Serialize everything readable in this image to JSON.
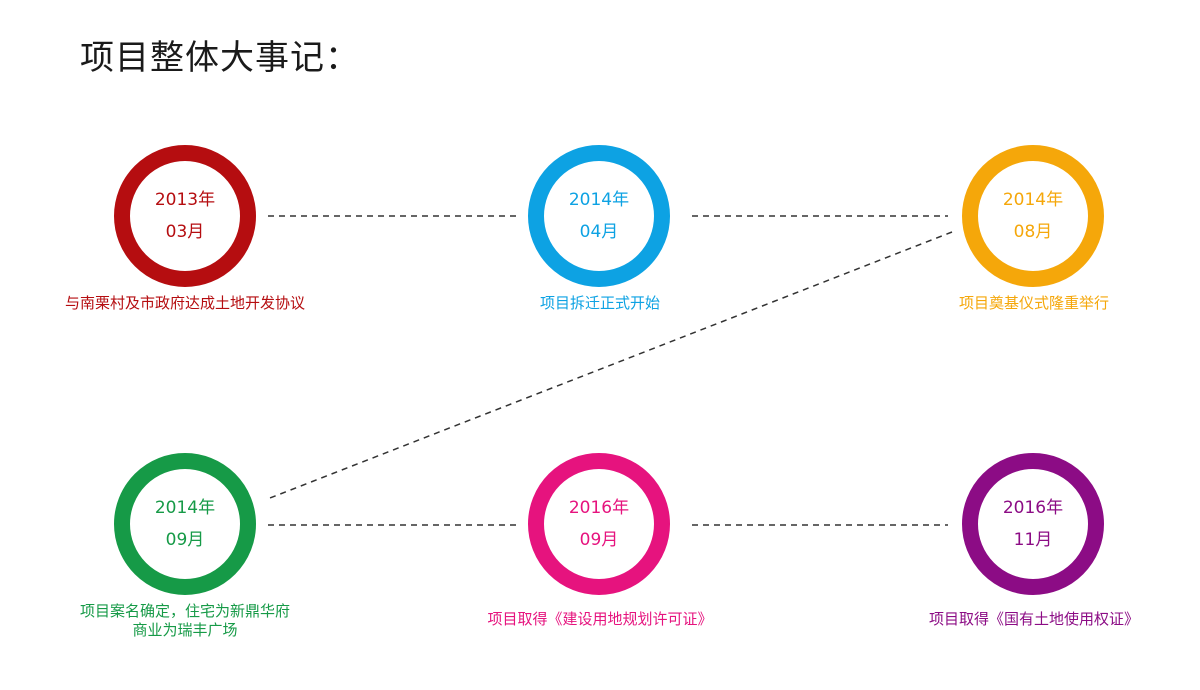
{
  "title": "项目整体大事记：",
  "milestones": [
    {
      "year": "2013年",
      "month": "03月",
      "caption": [
        "与南栗村及市政府达成土地开发协议"
      ],
      "color": "#b50d10"
    },
    {
      "year": "2014年",
      "month": "04月",
      "caption": [
        "项目拆迁正式开始"
      ],
      "color": "#0da2e3"
    },
    {
      "year": "2014年",
      "month": "08月",
      "caption": [
        "项目奠基仪式隆重举行"
      ],
      "color": "#f5a70a"
    },
    {
      "year": "2014年",
      "month": "09月",
      "caption": [
        "项目案名确定，住宅为新鼎华府",
        "商业为瑞丰广场"
      ],
      "color": "#169a47"
    },
    {
      "year": "2016年",
      "month": "09月",
      "caption": [
        "项目取得《建设用地规划许可证》"
      ],
      "color": "#e6137e"
    },
    {
      "year": "2016年",
      "month": "11月",
      "caption": [
        "项目取得《国有土地使用权证》"
      ],
      "color": "#8c0c85"
    }
  ],
  "connector_color": "#333333"
}
